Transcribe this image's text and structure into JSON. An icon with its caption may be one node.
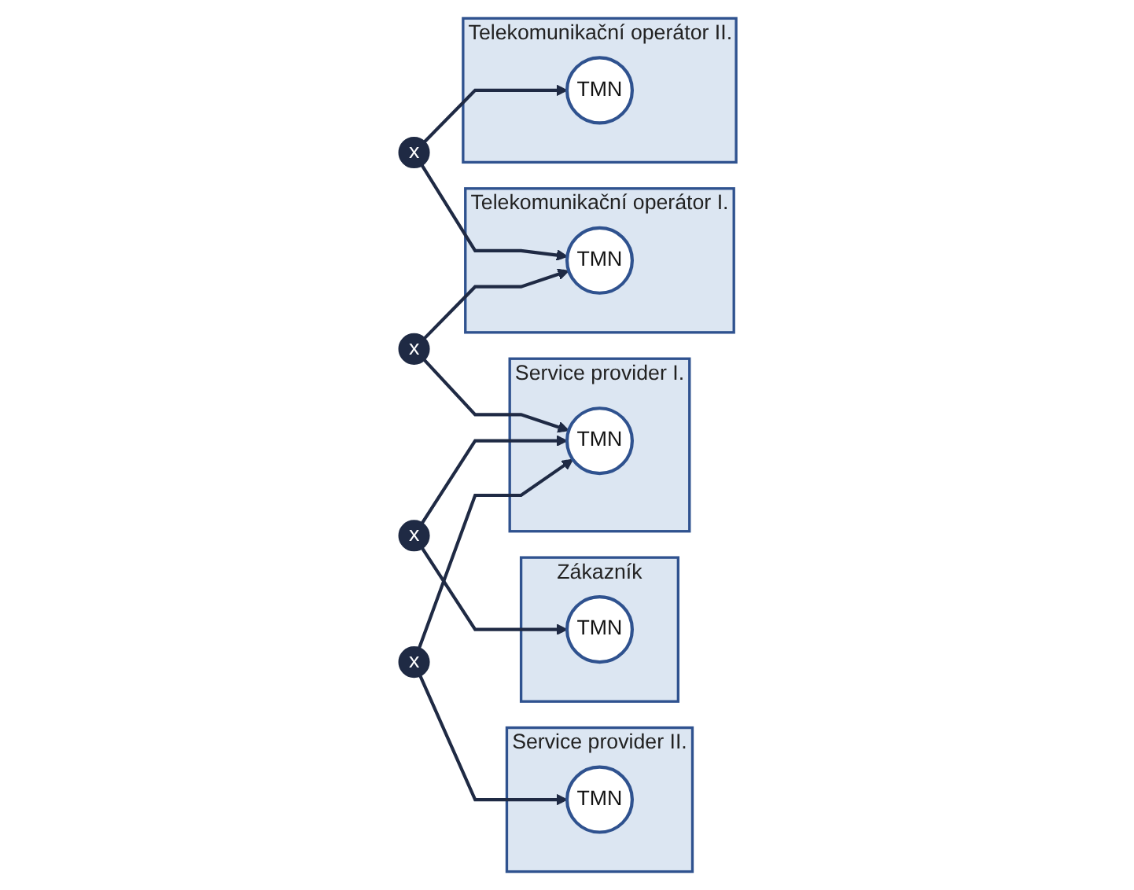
{
  "diagram": {
    "nodes": [
      {
        "text": [
          "Service provider II."
        ]
      },
      {
        "text": [
          "TMN"
        ],
        "in": 0
      },
      {
        "text": [
          "Service provider I."
        ]
      },
      {
        "text": [
          "TMN"
        ],
        "in": 2
      },
      {
        "text": [
          "Zákazník"
        ]
      },
      {
        "text": [
          "TMN"
        ],
        "in": 4
      },
      {
        "text": [
          "x"
        ]
      },
      {
        "text": [
          "x"
        ]
      },
      {
        "text": [
          "x"
        ]
      },
      {
        "text": [
          "Telekomunikační operátor I."
        ]
      },
      {
        "text": [
          "TMN"
        ],
        "in": 9
      },
      {
        "text": [
          "Telekomunikační operátor II."
        ]
      },
      {
        "text": [
          "TMN"
        ],
        "in": 11
      },
      {
        "text": [
          "x"
        ]
      }
    ],
    "edges": [
      {
        "from": 6,
        "to": 1,
        "arrow": "to"
      },
      {
        "from": 6,
        "to": 3,
        "arrow": "to"
      },
      {
        "from": 7,
        "to": 3,
        "arrow": "to"
      },
      {
        "from": 7,
        "to": 5,
        "arrow": "to"
      },
      {
        "from": 8,
        "to": 3,
        "arrow": "to"
      },
      {
        "from": 8,
        "to": 10,
        "arrow": "to"
      },
      {
        "from": 13,
        "to": 10,
        "arrow": "to"
      },
      {
        "from": 13,
        "to": 12,
        "arrow": "to"
      }
    ]
  }
}
